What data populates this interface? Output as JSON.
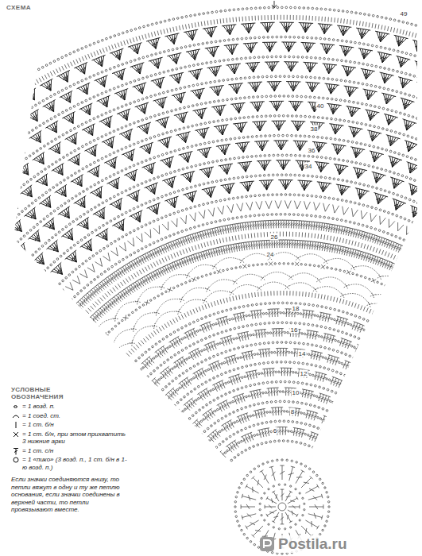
{
  "diagram": {
    "title": "СХЕМА",
    "labels": [
      "УСЛОВНЫЕ ОБОЗНАЧЕНИЯ",
      "Если значки соединяются внизу, то петли вяжут в одну и ту же петлю основания, если значки соединены в верхней части, то петли провязывают вместе.",
      "49",
      "40",
      "38",
      "36",
      "34",
      "26",
      "24",
      "18",
      "16",
      "14",
      "12",
      "10",
      "8",
      "6",
      "Postila.ru"
    ],
    "legend": [
      {
        "text": "= 1 возд. п."
      },
      {
        "text": "= 1 соед. ст."
      },
      {
        "text": "= 1 ст. б/н"
      },
      {
        "text": "= 1 ст. б/н, при этом прихватить 3 нижние арки"
      },
      {
        "text": "= 1 ст. с/н"
      },
      {
        "text": "= 1 «пико» (3 возд. п., 1 ст. б/н в 1-ю возд. п.)"
      }
    ]
  }
}
